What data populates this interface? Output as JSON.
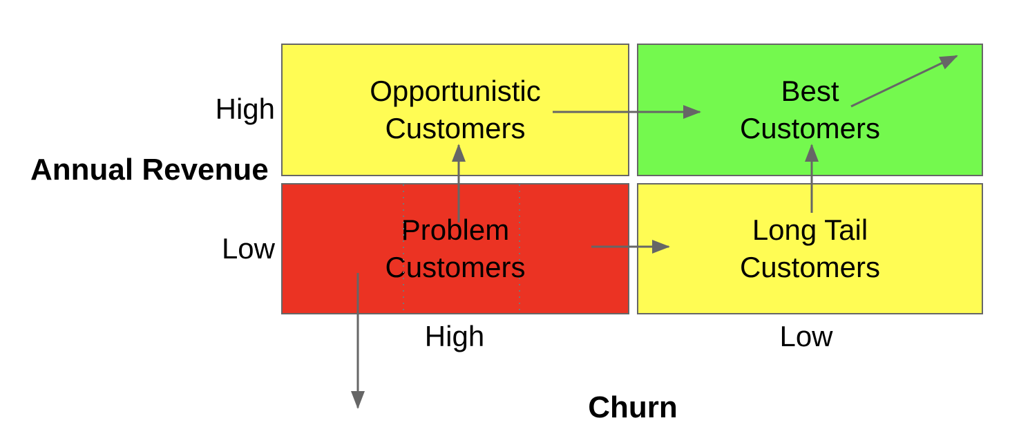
{
  "diagram": {
    "type": "2x2-matrix",
    "y_axis": {
      "title": "Annual Revenue",
      "high_label": "High",
      "low_label": "Low"
    },
    "x_axis": {
      "title": "Churn",
      "high_label": "High",
      "low_label": "Low"
    },
    "quadrants": {
      "top_left": {
        "label": "Opportunistic\nCustomers",
        "color": "#FFFC54",
        "revenue": "High",
        "churn": "High"
      },
      "top_right": {
        "label": "Best\nCustomers",
        "color": "#74F94E",
        "revenue": "High",
        "churn": "Low"
      },
      "bottom_left": {
        "label": "Problem\nCustomers",
        "color": "#EB3323",
        "revenue": "Low",
        "churn": "High"
      },
      "bottom_right": {
        "label": "Long Tail\nCustomers",
        "color": "#FFFC54",
        "revenue": "Low",
        "churn": "Low"
      }
    },
    "arrows": [
      {
        "from": "opportunistic-customers",
        "to": "best-customers",
        "direction": "right"
      },
      {
        "from": "problem-customers",
        "to": "opportunistic-customers",
        "direction": "up"
      },
      {
        "from": "problem-customers",
        "to": "long-tail-customers",
        "direction": "right"
      },
      {
        "from": "long-tail-customers",
        "to": "best-customers",
        "direction": "up"
      },
      {
        "from": "best-customers",
        "to": "out-top-right",
        "direction": "up-right"
      },
      {
        "from": "problem-customers",
        "to": "out-bottom",
        "direction": "down"
      }
    ],
    "colors": {
      "border": "#666666",
      "arrow": "#666666",
      "dotted_line": "#777777",
      "text": "#000000"
    }
  }
}
